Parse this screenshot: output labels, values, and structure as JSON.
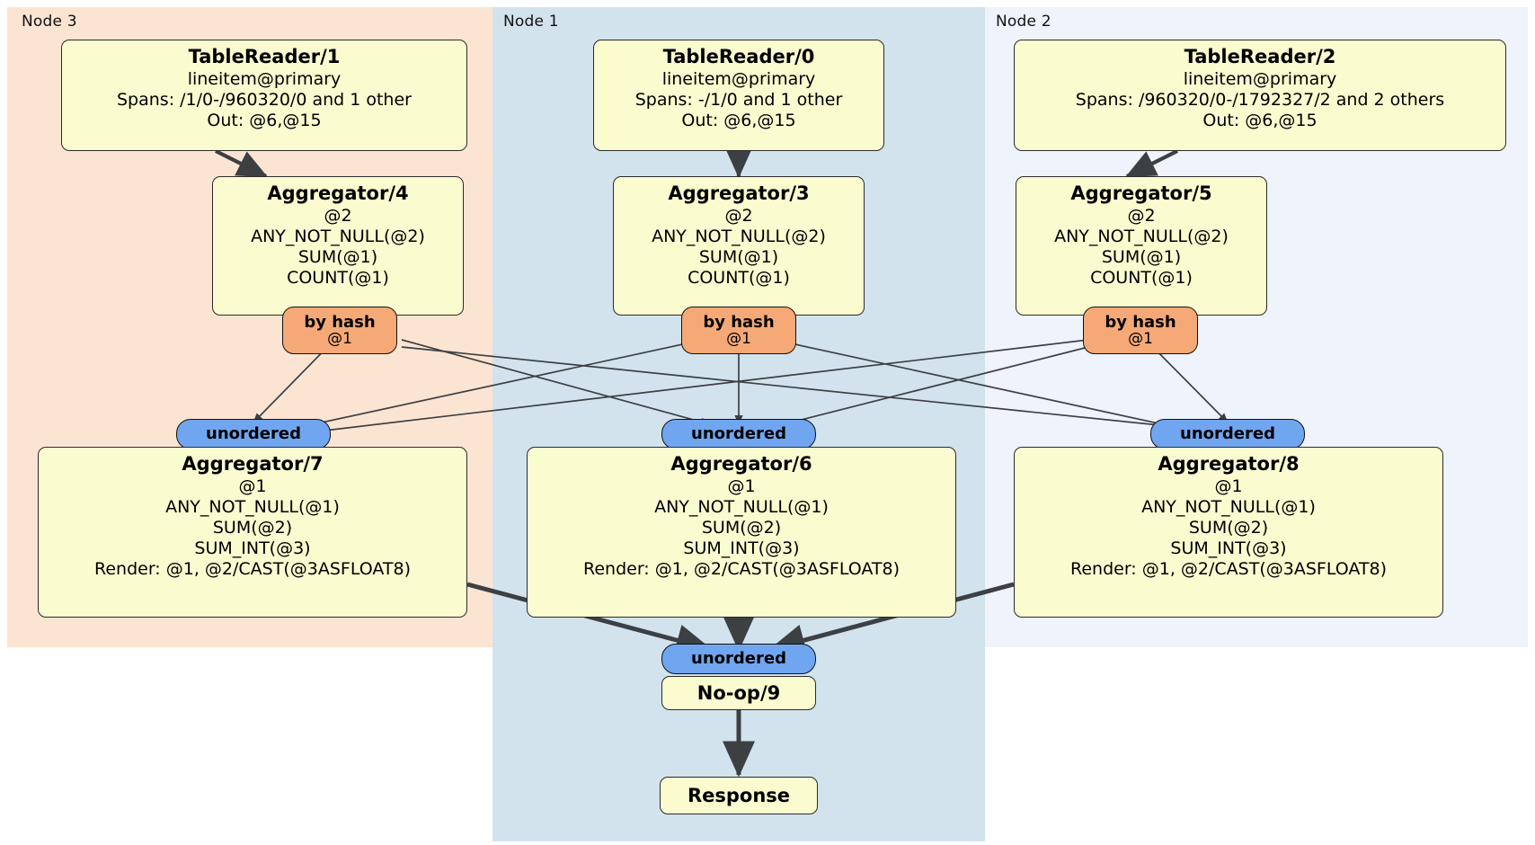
{
  "diagram": {
    "type": "distributed-query-plan",
    "colors": {
      "node3_panel": "#fce4d3",
      "node1_panel": "#d2e3ed",
      "node2_panel": "#eef3fc",
      "processor_box": "#fbfbd0",
      "by_hash_pill": "#f5a977",
      "unordered_pill": "#70a6f0",
      "edge": "#3c4043",
      "border": "#2b2b2b"
    }
  },
  "panels": [
    {
      "id": "node3",
      "label": "Node 3"
    },
    {
      "id": "node1",
      "label": "Node 1"
    },
    {
      "id": "node2",
      "label": "Node 2"
    }
  ],
  "readers": {
    "node3": {
      "title": "TableReader/1",
      "line1": "lineitem@primary",
      "line2": "Spans: /1/0-/960320/0 and 1 other",
      "line3": "Out: @6,@15"
    },
    "node1": {
      "title": "TableReader/0",
      "line1": "lineitem@primary",
      "line2": "Spans: -/1/0 and 1 other",
      "line3": "Out: @6,@15"
    },
    "node2": {
      "title": "TableReader/2",
      "line1": "lineitem@primary",
      "line2": "Spans: /960320/0-/1792327/2 and 2 others",
      "line3": "Out: @6,@15"
    }
  },
  "local_aggregators": {
    "node3": {
      "title": "Aggregator/4",
      "line1": "@2",
      "line2": "ANY_NOT_NULL(@2)",
      "line3": "SUM(@1)",
      "line4": "COUNT(@1)"
    },
    "node1": {
      "title": "Aggregator/3",
      "line1": "@2",
      "line2": "ANY_NOT_NULL(@2)",
      "line3": "SUM(@1)",
      "line4": "COUNT(@1)"
    },
    "node2": {
      "title": "Aggregator/5",
      "line1": "@2",
      "line2": "ANY_NOT_NULL(@2)",
      "line3": "SUM(@1)",
      "line4": "COUNT(@1)"
    }
  },
  "hash_routers": {
    "node3": {
      "label": "by hash",
      "column": "@1"
    },
    "node1": {
      "label": "by hash",
      "column": "@1"
    },
    "node2": {
      "label": "by hash",
      "column": "@1"
    }
  },
  "unordered_inputs": {
    "node3": {
      "label": "unordered"
    },
    "node1": {
      "label": "unordered"
    },
    "node2": {
      "label": "unordered"
    },
    "final": {
      "label": "unordered"
    }
  },
  "final_aggregators": {
    "node3": {
      "title": "Aggregator/7",
      "line1": "@1",
      "line2": "ANY_NOT_NULL(@1)",
      "line3": "SUM(@2)",
      "line4": "SUM_INT(@3)",
      "line5": "Render: @1, @2/CAST(@3ASFLOAT8)"
    },
    "node1": {
      "title": "Aggregator/6",
      "line1": "@1",
      "line2": "ANY_NOT_NULL(@1)",
      "line3": "SUM(@2)",
      "line4": "SUM_INT(@3)",
      "line5": "Render: @1, @2/CAST(@3ASFLOAT8)"
    },
    "node2": {
      "title": "Aggregator/8",
      "line1": "@1",
      "line2": "ANY_NOT_NULL(@1)",
      "line3": "SUM(@2)",
      "line4": "SUM_INT(@3)",
      "line5": "Render: @1, @2/CAST(@3ASFLOAT8)"
    }
  },
  "terminal": {
    "noop": {
      "title": "No-op/9"
    },
    "response": {
      "title": "Response"
    }
  }
}
